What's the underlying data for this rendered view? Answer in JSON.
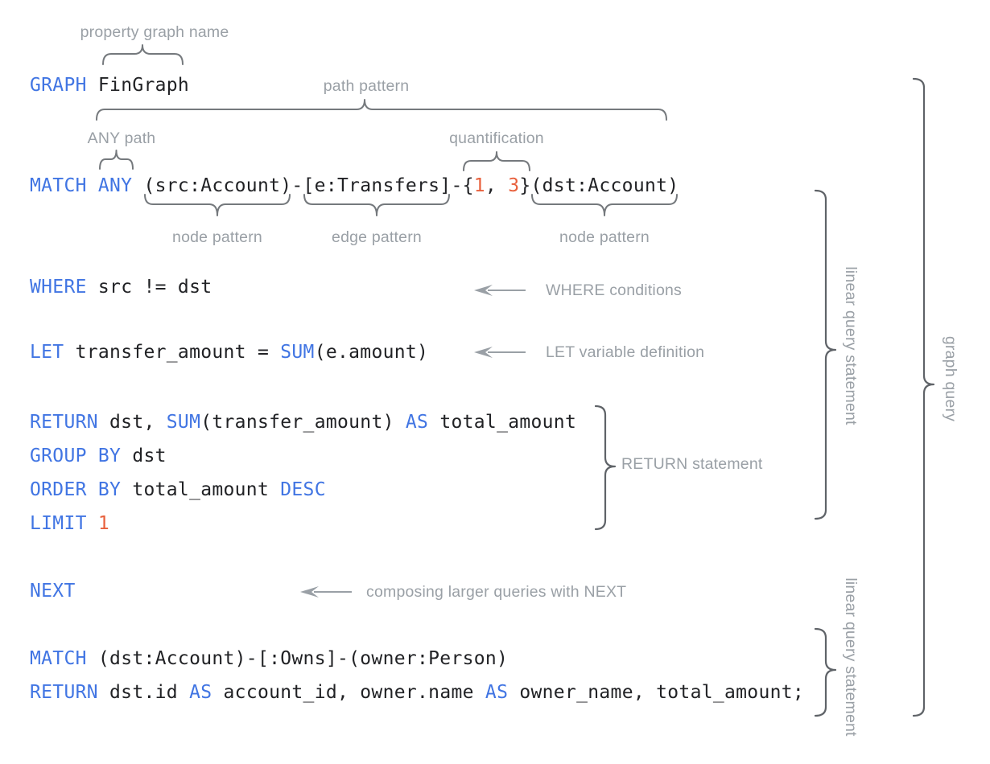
{
  "title": "GQL graph query annotated syntax diagram",
  "colors": {
    "keyword": "#4175e3",
    "number": "#e8603c",
    "code": "#212225",
    "annotation": "#9aa0a6"
  },
  "code_lines": {
    "graph": [
      {
        "t": "GRAPH",
        "c": "kw"
      },
      {
        "t": " FinGraph",
        "c": "pl"
      }
    ],
    "match1": [
      {
        "t": "MATCH ANY",
        "c": "kw"
      },
      {
        "t": " (src:Account)-[e:Transfers]-{",
        "c": "pl"
      },
      {
        "t": "1",
        "c": "num"
      },
      {
        "t": ", ",
        "c": "pl"
      },
      {
        "t": "3",
        "c": "num"
      },
      {
        "t": "}(dst:Account)",
        "c": "pl"
      }
    ],
    "where": [
      {
        "t": "WHERE",
        "c": "kw"
      },
      {
        "t": " src != dst",
        "c": "pl"
      }
    ],
    "let": [
      {
        "t": "LET",
        "c": "kw"
      },
      {
        "t": " transfer_amount = ",
        "c": "pl"
      },
      {
        "t": "SUM",
        "c": "kw"
      },
      {
        "t": "(e.amount)",
        "c": "pl"
      }
    ],
    "return1": [
      {
        "t": "RETURN",
        "c": "kw"
      },
      {
        "t": " dst, ",
        "c": "pl"
      },
      {
        "t": "SUM",
        "c": "kw"
      },
      {
        "t": "(transfer_amount) ",
        "c": "pl"
      },
      {
        "t": "AS",
        "c": "kw"
      },
      {
        "t": " total_amount",
        "c": "pl"
      }
    ],
    "group": [
      {
        "t": "GROUP BY",
        "c": "kw"
      },
      {
        "t": " dst",
        "c": "pl"
      }
    ],
    "order": [
      {
        "t": "ORDER BY",
        "c": "kw"
      },
      {
        "t": " total_amount ",
        "c": "pl"
      },
      {
        "t": "DESC",
        "c": "kw"
      }
    ],
    "limit": [
      {
        "t": "LIMIT",
        "c": "kw"
      },
      {
        "t": " ",
        "c": "pl"
      },
      {
        "t": "1",
        "c": "num"
      }
    ],
    "next": [
      {
        "t": "NEXT",
        "c": "kw"
      }
    ],
    "match2": [
      {
        "t": "MATCH",
        "c": "kw"
      },
      {
        "t": " (dst:Account)-[:Owns]-(owner:Person)",
        "c": "pl"
      }
    ],
    "return2": [
      {
        "t": "RETURN",
        "c": "kw"
      },
      {
        "t": " dst.id ",
        "c": "pl"
      },
      {
        "t": "AS",
        "c": "kw"
      },
      {
        "t": " account_id, owner.name ",
        "c": "pl"
      },
      {
        "t": "AS",
        "c": "kw"
      },
      {
        "t": " owner_name, total_amount;",
        "c": "pl"
      }
    ]
  },
  "annotations": {
    "property_graph_name": "property graph name",
    "path_pattern": "path pattern",
    "any_path": "ANY path",
    "quantification": "quantification",
    "node_pattern_1": "node pattern",
    "edge_pattern": "edge pattern",
    "node_pattern_2": "node pattern",
    "where_conditions": "WHERE conditions",
    "let_variable_definition": "LET variable definition",
    "return_statement": "RETURN statement",
    "composing_next": "composing larger queries with NEXT",
    "linear_query_statement_top": "linear query statement",
    "graph_query": "graph query",
    "linear_query_statement_bottom": "linear query statement"
  }
}
